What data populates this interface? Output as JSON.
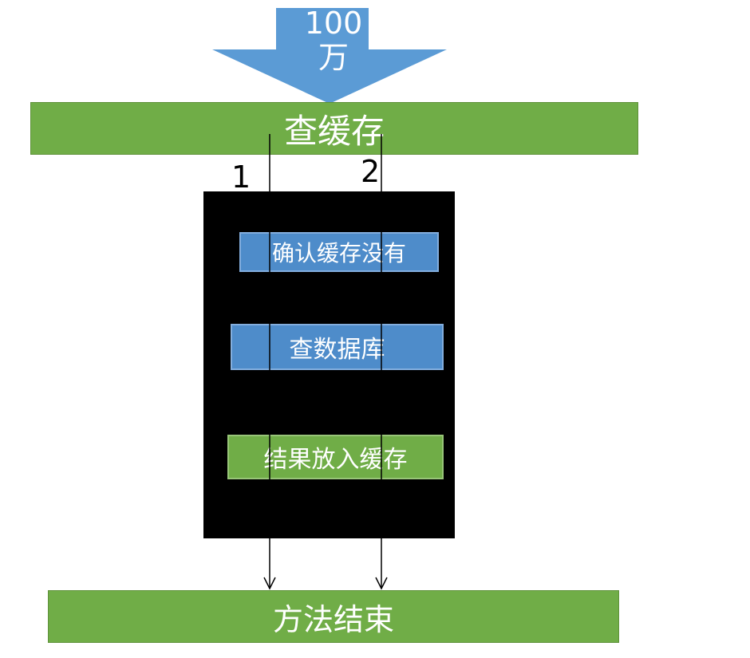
{
  "diagram": {
    "input_arrow": {
      "label": "100\n万"
    },
    "top_bar": {
      "label": "查缓存"
    },
    "lane_labels": {
      "one": "1",
      "two": "2"
    },
    "inner_boxes": {
      "confirm_cache_missing": "确认缓存没有",
      "query_database": "查数据库",
      "put_result_in_cache": "结果放入缓存"
    },
    "bottom_bar": {
      "label": "方法结束"
    },
    "colors": {
      "arrow_blue": "#5b9bd5",
      "bar_green": "#70ad47",
      "inner_box_blue": "#4e8cca",
      "block_black": "#000000",
      "line_black": "#000000",
      "text_white": "#ffffff"
    }
  }
}
